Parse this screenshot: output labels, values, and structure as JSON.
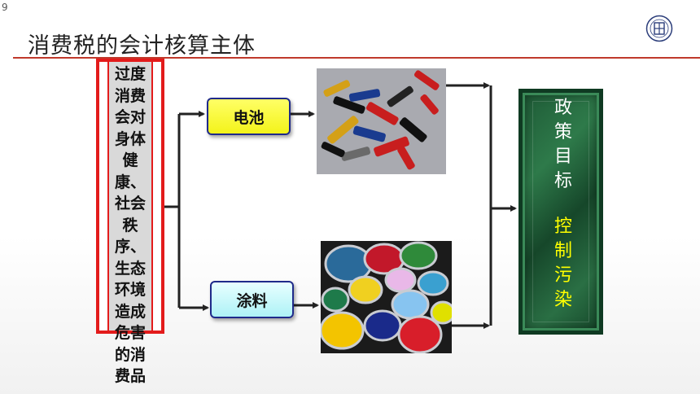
{
  "page_number": "9",
  "title": "消费税的会计核算主体",
  "left_box": {
    "text": "过度消费会对身体健康、社会秩序、生态环境造成危害的消费品"
  },
  "branches": [
    {
      "label": "电池",
      "image": "batteries-photo"
    },
    {
      "label": "涂料",
      "image": "paint-cans-photo"
    }
  ],
  "goal_box": {
    "label": "政策目标",
    "value": "控制污染"
  },
  "colors": {
    "title_rule": "#c0392b",
    "left_border": "#e31b1b",
    "battery_box_fill": "#ffff33",
    "paint_box_fill": "#ccffff",
    "goal_box_fill": "#1e5a36",
    "goal_value_text": "#ffff00",
    "arrow": "#222222"
  }
}
